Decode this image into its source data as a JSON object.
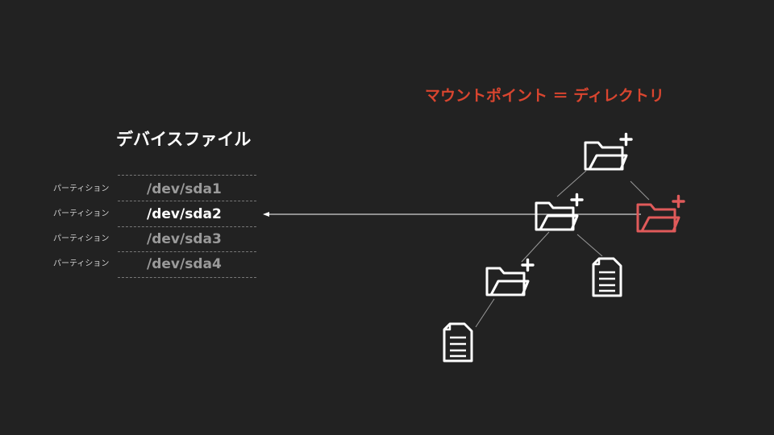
{
  "device_files": {
    "title": "デバイスファイル",
    "partitions": [
      {
        "label": "パーティション",
        "device": "/dev/sda1"
      },
      {
        "label": "パーティション",
        "device": "/dev/sda2"
      },
      {
        "label": "パーティション",
        "device": "/dev/sda3"
      },
      {
        "label": "パーティション",
        "device": "/dev/sda4"
      }
    ],
    "active_index": 1
  },
  "mount": {
    "title": "マウントポイント ＝ ディレクトリ"
  },
  "colors": {
    "background": "#222222",
    "accent": "#d9452f",
    "mount_icon": "#e05a5a",
    "icon": "#ffffff",
    "inactive_text": "#9a9a9a"
  },
  "icons": [
    "folder-plus-icon",
    "file-icon"
  ]
}
